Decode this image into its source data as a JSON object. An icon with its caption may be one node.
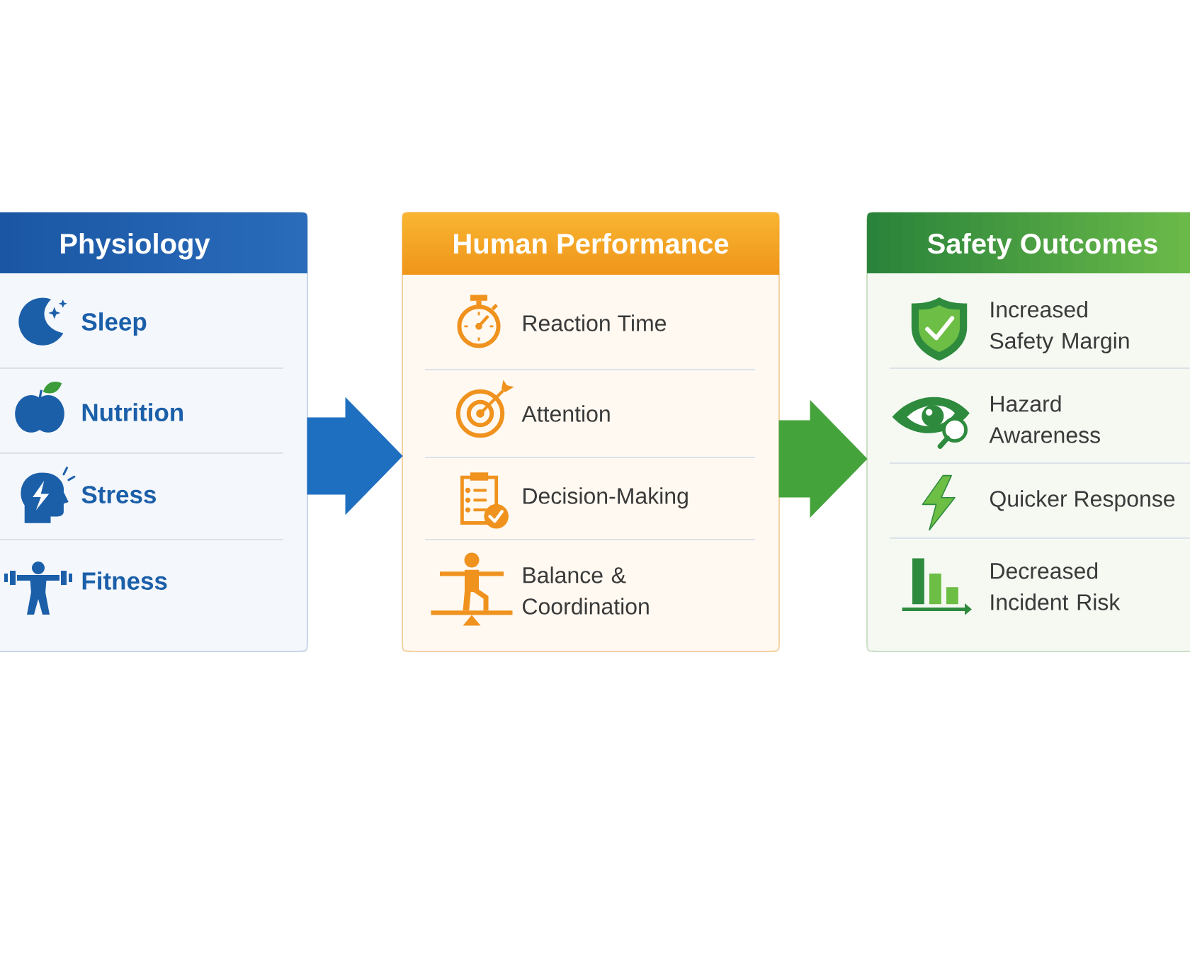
{
  "diagram": {
    "nodes": [
      {
        "text": [
          "Physiology",
          "Sleep",
          "Nutrition",
          "Stress",
          "Fitness"
        ]
      },
      {
        "text": [
          "Human Performance",
          "Reaction Time",
          "Attention",
          "Decision-Making",
          "Balance & Coordination"
        ]
      },
      {
        "text": [
          "Safety Outcomes",
          "Increased Safety Margin",
          "Hazard Awareness",
          "Quicker Response",
          "Decreased Incident Risk"
        ]
      }
    ],
    "edges": [
      {
        "from": 0,
        "to": 1,
        "arrow": "to",
        "style": "thick",
        "color": "#1f6fc0"
      },
      {
        "from": 1,
        "to": 2,
        "arrow": "to",
        "style": "thick",
        "color": "#44a33b"
      }
    ]
  }
}
